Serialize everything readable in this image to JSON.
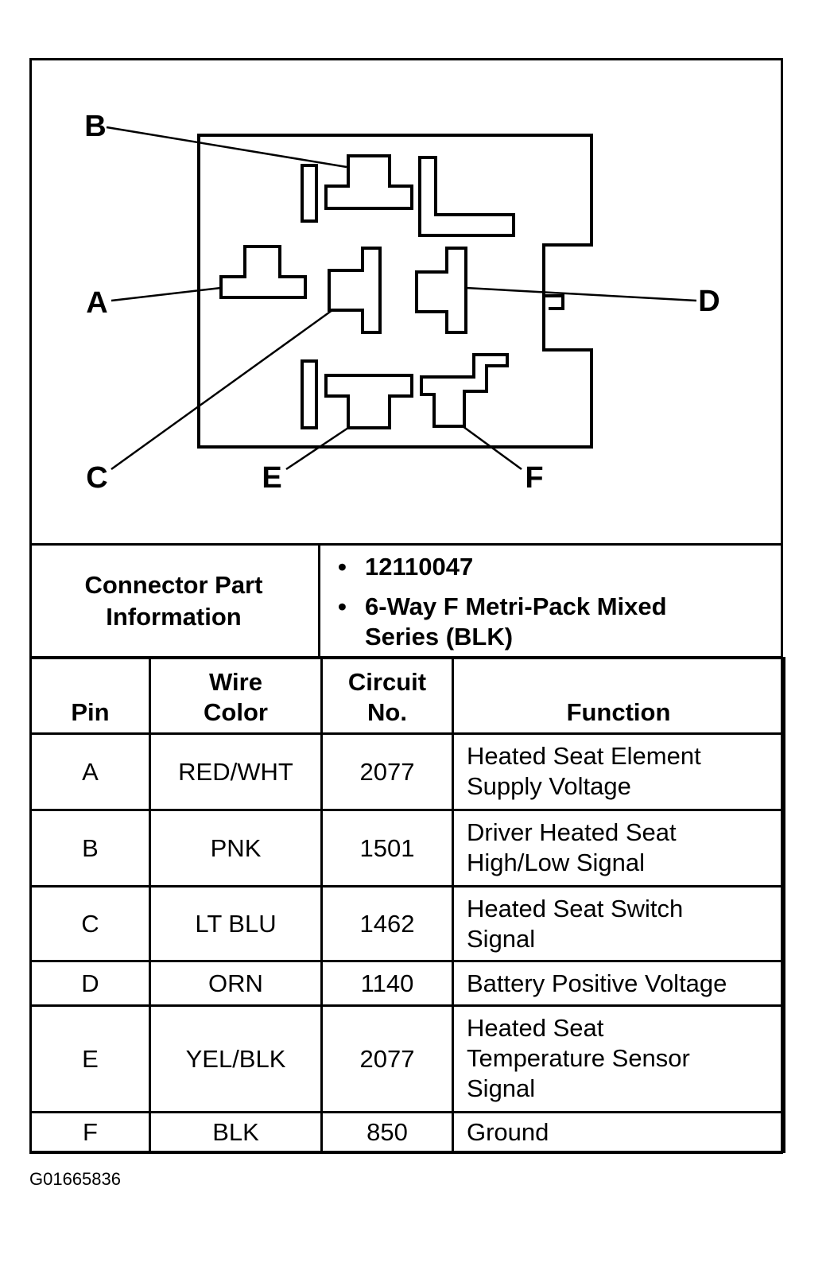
{
  "diagram": {
    "pin_labels": [
      "A",
      "B",
      "C",
      "D",
      "E",
      "F"
    ]
  },
  "connector_info": {
    "label": "Connector Part Information",
    "items": [
      "12110047",
      "6-Way F Metri-Pack Mixed Series (BLK)"
    ]
  },
  "table": {
    "headers": [
      "Pin",
      "Wire Color",
      "Circuit No.",
      "Function"
    ],
    "rows": [
      {
        "pin": "A",
        "wire_color": "RED/WHT",
        "circuit": "2077",
        "function": "Heated Seat Element Supply Voltage"
      },
      {
        "pin": "B",
        "wire_color": "PNK",
        "circuit": "1501",
        "function": "Driver Heated Seat High/Low Signal"
      },
      {
        "pin": "C",
        "wire_color": "LT BLU",
        "circuit": "1462",
        "function": "Heated Seat Switch Signal"
      },
      {
        "pin": "D",
        "wire_color": "ORN",
        "circuit": "1140",
        "function": "Battery Positive Voltage"
      },
      {
        "pin": "E",
        "wire_color": "YEL/BLK",
        "circuit": "2077",
        "function": "Heated Seat Temperature Sensor Signal"
      },
      {
        "pin": "F",
        "wire_color": "BLK",
        "circuit": "850",
        "function": "Ground"
      }
    ]
  },
  "figure_id": "G01665836"
}
